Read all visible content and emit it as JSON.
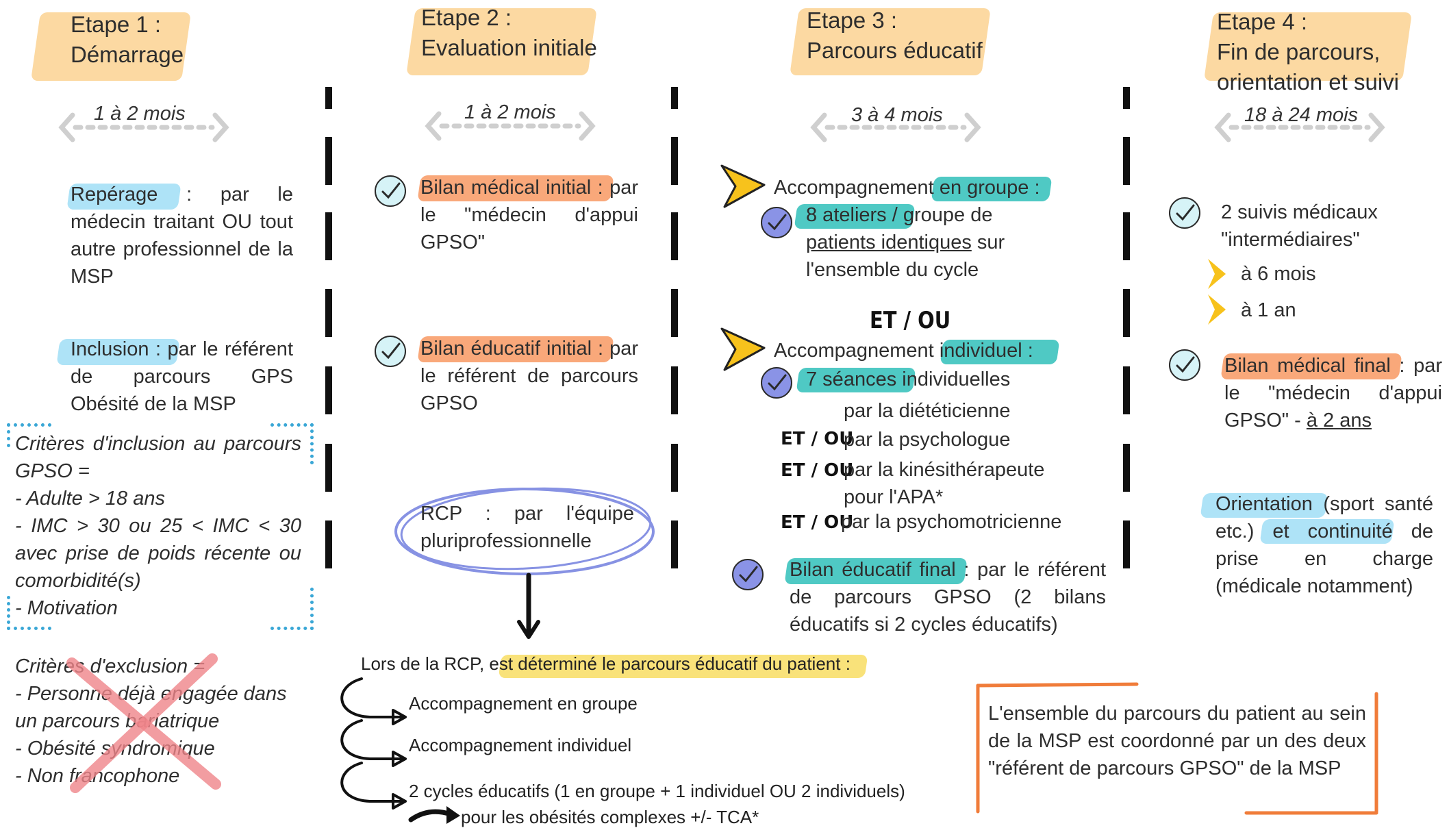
{
  "steps": [
    {
      "title_line1": "Etape 1 :",
      "title_line2": "Démarrage",
      "duration": "1 à 2 mois"
    },
    {
      "title_line1": "Etape 2 :",
      "title_line2": "Evaluation initiale",
      "duration": "1 à 2 mois"
    },
    {
      "title_line1": "Etape 3 :",
      "title_line2": "Parcours éducatif",
      "duration": "3 à 4 mois"
    },
    {
      "title_line1": "Etape 4 :",
      "title_line2": "Fin  de  parcours,",
      "title_line3": "orientation et suivi",
      "duration": "18 à 24 mois"
    }
  ],
  "col1": {
    "reperage_label": "Repérage",
    "reperage_text": " :  par  le médecin traitant OU tout autre professionnel de la MSP",
    "inclusion_label": "Inclusion",
    "inclusion_text": " :  par  le référent  de  parcours GPS Obésité de la MSP",
    "criteres_inclusion": [
      "Critères d'inclusion au parcours GPSO =",
      "- Adulte > 18 ans",
      "- IMC > 30 ou 25 < IMC < 30 avec prise de poids récente ou comorbidité(s)",
      "- Motivation"
    ],
    "criteres_exclusion": [
      "Critères d'exclusion =",
      "- Personne déjà engagée dans",
      "un parcours bariatrique",
      "- Obésité syndromique",
      "- Non francophone"
    ]
  },
  "col2": {
    "bilan_medical_label": "Bilan  médical  initial",
    "bilan_medical_text": " : par le \"médecin d'appui GPSO\"",
    "bilan_educatif_label": "Bilan  éducatif  initial",
    "bilan_educatif_text": " : par le référent de parcours GPSO",
    "rcp_text": "RCP : par l'équipe pluriprofessionnelle"
  },
  "col3": {
    "groupe_prefix": "Accompagnement ",
    "groupe_label": "en groupe :",
    "ateliers_label": "8 ateliers /",
    "ateliers_text": " groupe de",
    "ateliers_under": "patients identiques",
    "ateliers_tail": " sur",
    "ateliers_line3": "l'ensemble du cycle",
    "et_ou": "ET / OU",
    "indiv_prefix": "Accompagnement ",
    "indiv_label": "individuel :",
    "seances_label": "7 séances in",
    "seances_tail": "dividuelles",
    "dieteticienne": "par la diététicienne",
    "psychologue": "par la psychologue",
    "kine": "par la kinésithérapeute",
    "apa": "pour l'APA*",
    "psychomot": "par la psychomotricienne",
    "bilan_final_label": "Bilan éducatif final",
    "bilan_final_text": " : par le référent de parcours GPSO (2 bilans éducatifs si 2 cycles éducatifs)"
  },
  "col4": {
    "suivis_line1": "2 suivis médicaux",
    "suivis_line2": "\"intermédiaires\"",
    "six_mois": "à 6 mois",
    "un_an": "à 1 an",
    "bilan_final_label": "Bilan médical final",
    "bilan_final_text": " : par le \"médecin d'appui GPSO\" - ",
    "bilan_final_under": "à 2 ans",
    "orientation_label": "Orientation (",
    "orientation_text": "sport santé etc.)",
    "continuite_label": " et continuité",
    "orientation_tail": " de prise en charge (médicale notamment)"
  },
  "rcp_result": {
    "intro_prefix": "Lors de la RCP, e",
    "intro_hl": "st déterminé le parcours éducatif du patient",
    "intro_suffix": " :",
    "option1": "Accompagnement en groupe",
    "option2": "Accompagnement individuel",
    "option3": "2 cycles éducatifs (1 en groupe + 1 individuel OU 2 individuels)",
    "option3_note": "pour les obésités complexes +/- TCA*"
  },
  "coordination_note": "L'ensemble du parcours du patient au sein de la MSP est coordonné par un des deux \"référent de parcours GPSO\" de la MSP",
  "colors": {
    "title_highlight": "#fcd9a2",
    "orange_highlight": "#f9a87a",
    "blue_highlight": "#aee3f7",
    "teal_highlight": "#4fc9c4",
    "yellow_highlight": "#f9e27a",
    "check_light": "#d6f3f7",
    "check_purple": "#8a93e6",
    "arrow_yellow": "#f7c21c",
    "criteria_border": "#3aa7d6",
    "note_border": "#f07c3a",
    "cross_red": "#f0858a",
    "rcp_circle": "#8792e3"
  }
}
